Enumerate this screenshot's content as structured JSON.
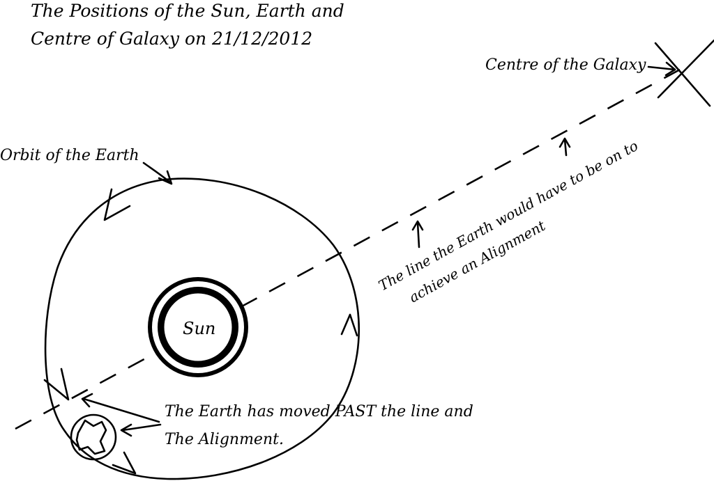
{
  "title": {
    "line1": "The Positions of the Sun, Earth and",
    "line2": "Centre of Galaxy on 21/12/2012"
  },
  "labels": {
    "galaxy_centre": "Centre of the Galaxy",
    "orbit": "Orbit of the Earth",
    "sun": "Sun",
    "alignment_line_1": "The line the Earth would have to be on to",
    "alignment_line_2": "achieve an Alignment",
    "earth_note_1": "The Earth has moved PAST the line and",
    "earth_note_2": "The Alignment."
  },
  "icons": {
    "sun": "sun-icon",
    "earth": "earth-icon",
    "galaxy_centre": "cross-marker-icon"
  }
}
